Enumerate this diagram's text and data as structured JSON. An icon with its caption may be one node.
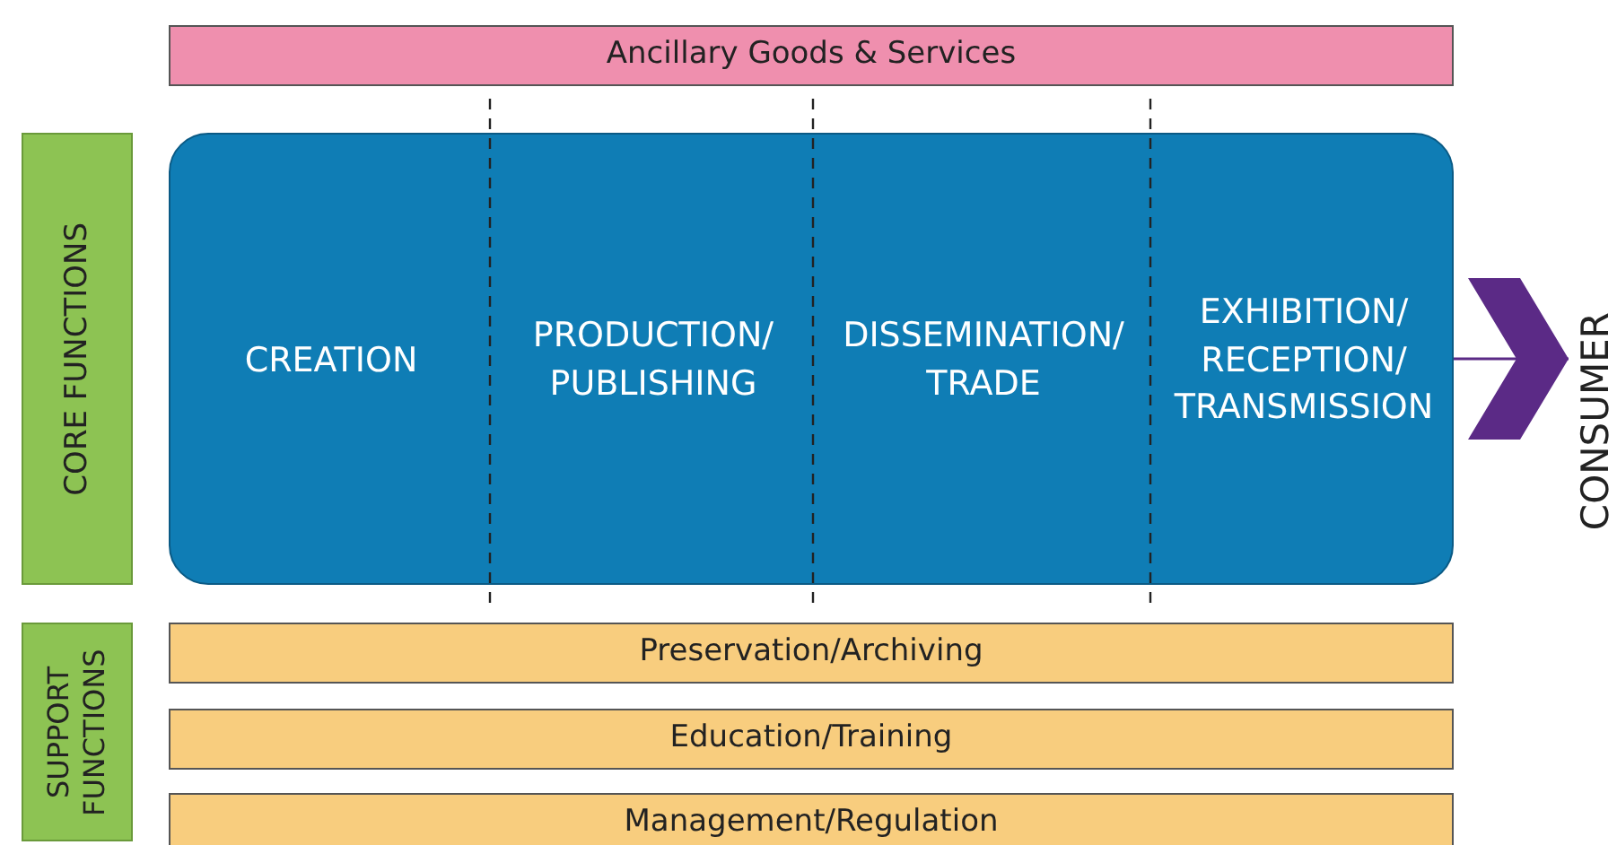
{
  "diagram": {
    "nodes": [
      {
        "text": [
          "Ancillary Goods & Services"
        ]
      },
      {
        "text": [
          "CORE FUNCTIONS"
        ]
      },
      {
        "text": [],
        "shape": "box"
      },
      {
        "text": [
          "CREATION"
        ],
        "in": 2
      },
      {
        "text": [
          "PRODUCTION/ PUBLISHING"
        ],
        "in": 2
      },
      {
        "text": [
          "DISSEMINATION/ TRADE"
        ],
        "in": 2
      },
      {
        "text": [
          "EXHIBITION/ RECEPTION/ TRANSMISSION"
        ],
        "in": 2
      },
      {
        "text": [
          "CONSUMER"
        ]
      },
      {
        "text": [
          "SUPPORT FUNCTIONS"
        ]
      },
      {
        "text": [
          "Preservation/Archiving"
        ]
      },
      {
        "text": [
          "Education/Training"
        ]
      },
      {
        "text": [
          "Management/Regulation"
        ]
      }
    ],
    "edges": [
      {
        "from": 2,
        "to": 7,
        "arrow": "to",
        "color": "#5b2a86"
      }
    ]
  }
}
